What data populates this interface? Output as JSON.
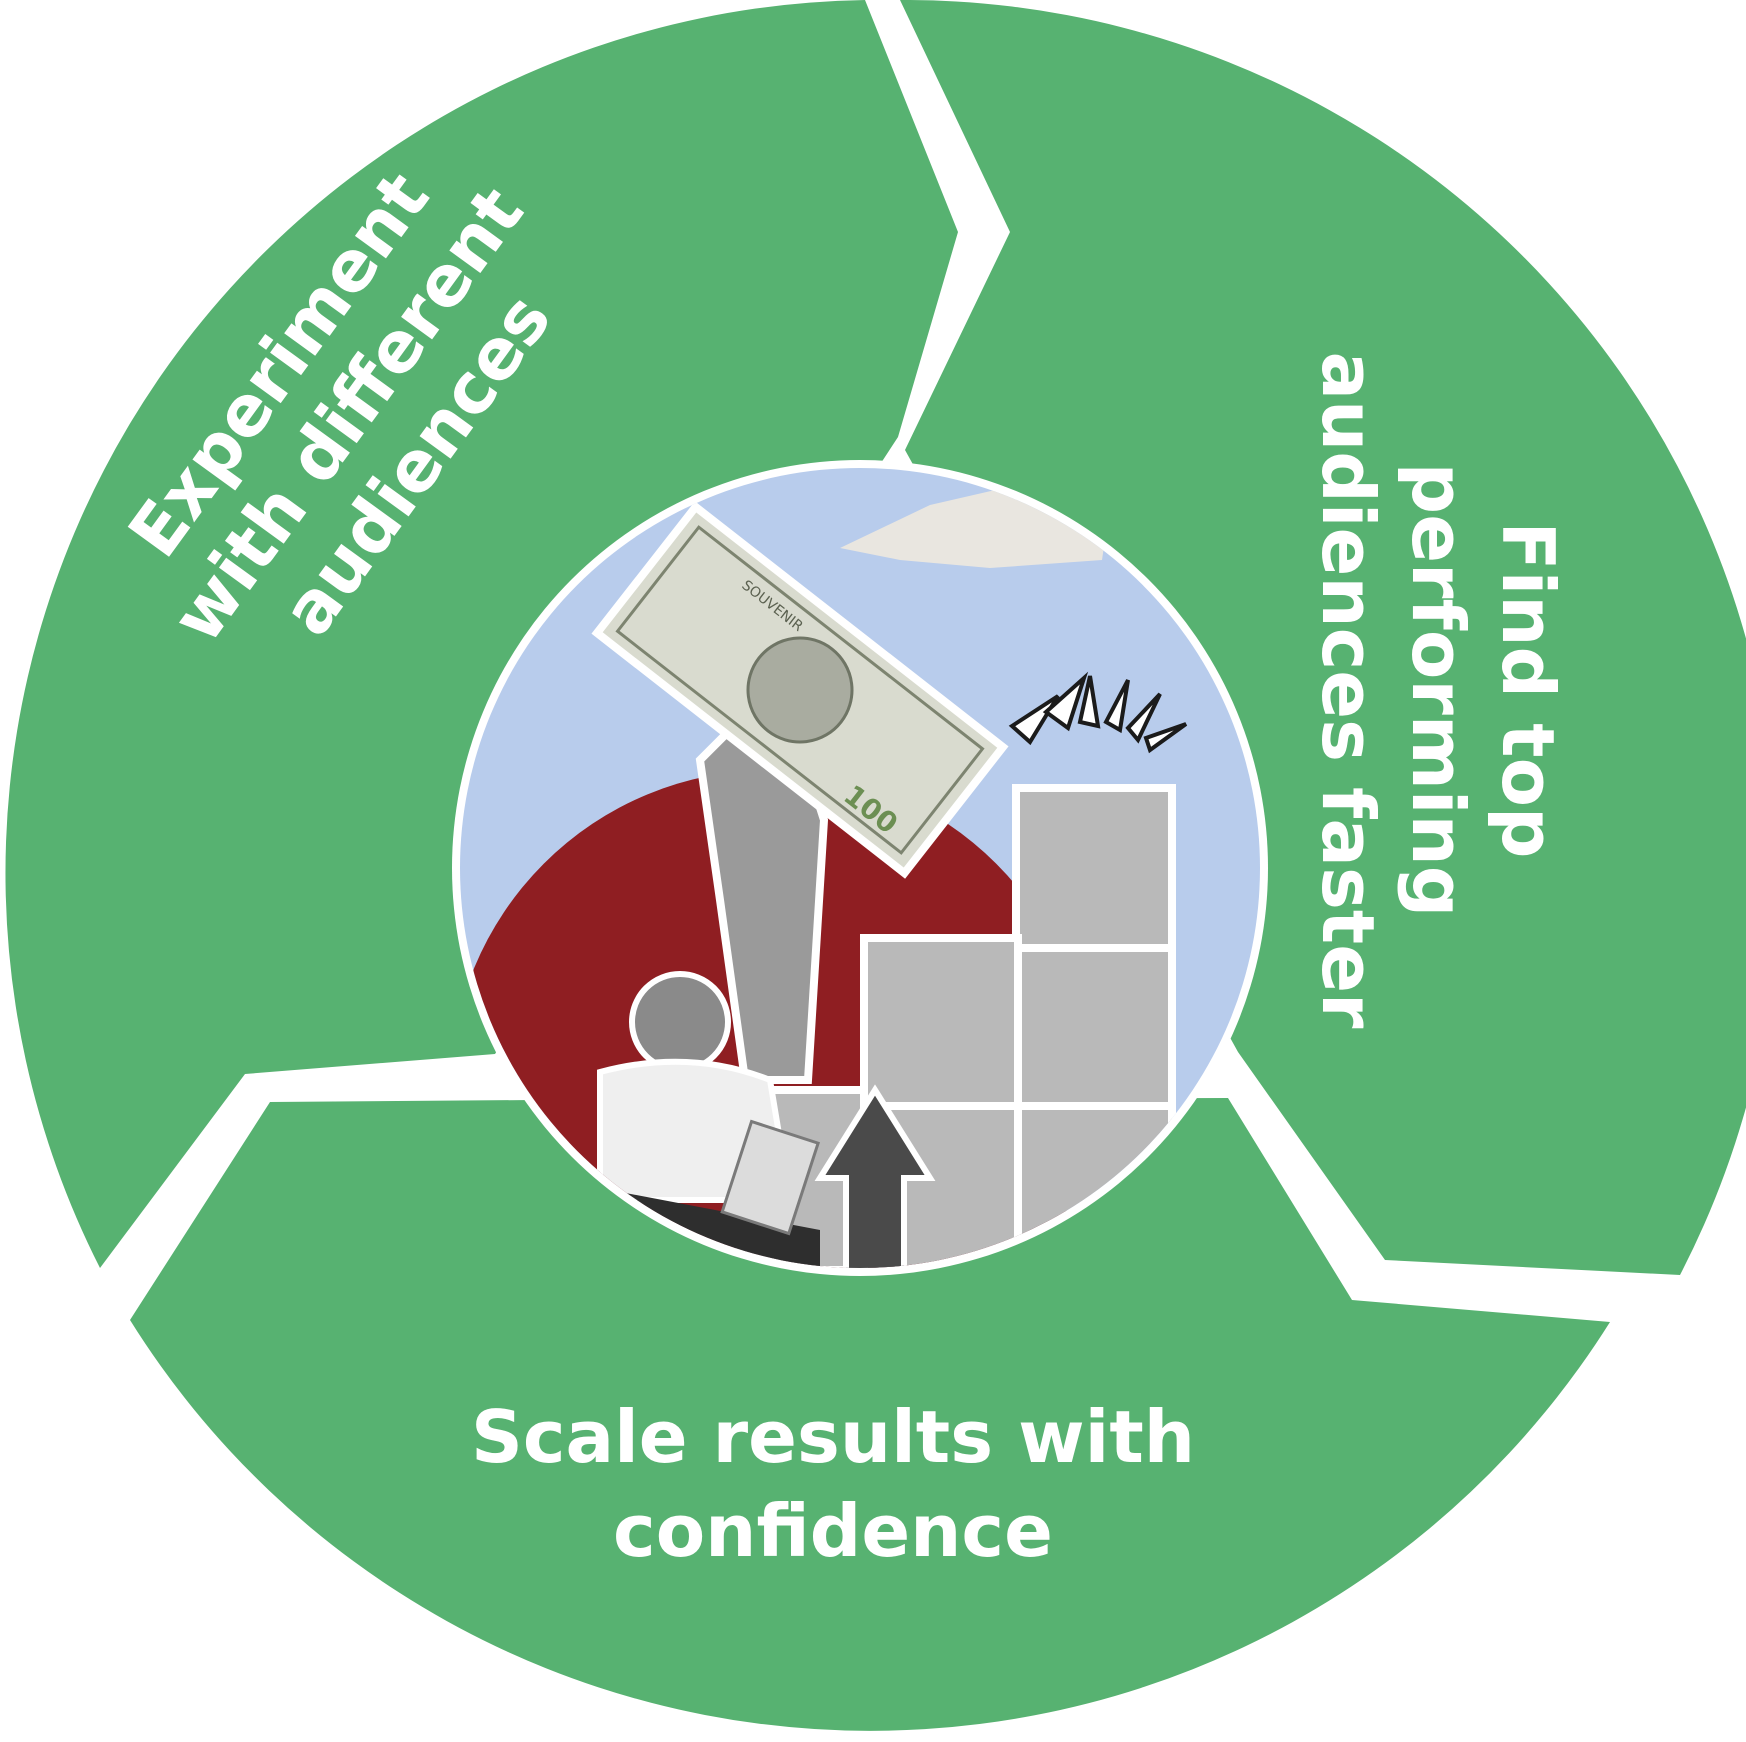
{
  "cycle": {
    "segment_color": "#57b271",
    "steps": [
      {
        "lines": [
          "Experiment",
          "with different",
          "audiences"
        ]
      },
      {
        "lines": [
          "Find top",
          "performing",
          "audiences faster"
        ]
      },
      {
        "lines": [
          "Scale results with",
          "confidence"
        ]
      }
    ]
  },
  "illustration": {
    "bill_text": [
      "SOUVENIR",
      "100"
    ],
    "colors": {
      "sky": "#b8ccec",
      "red_disc": "#8f1e22",
      "blocks": "#b9b9b9",
      "arrow": "#4a4a4a"
    }
  }
}
